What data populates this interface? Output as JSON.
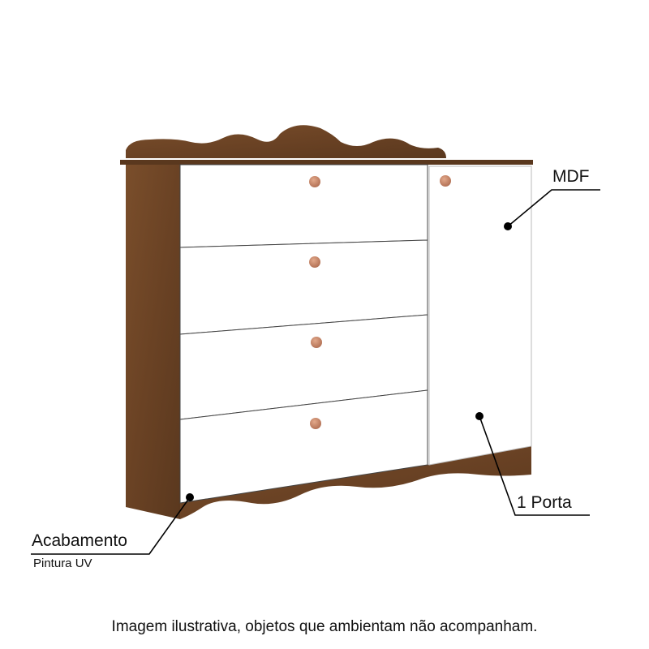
{
  "annotations": {
    "mdf": "MDF",
    "door": "1 Porta",
    "finish": "Acabamento",
    "finish_detail": "Pintura UV"
  },
  "caption": "Imagem ilustrativa, objetos que ambientam não acompanham.",
  "colors": {
    "wood": "#6e4626",
    "wood_dark": "#4e3019",
    "white": "#ffffff",
    "knob": "#c8876a",
    "line": "#000000"
  }
}
